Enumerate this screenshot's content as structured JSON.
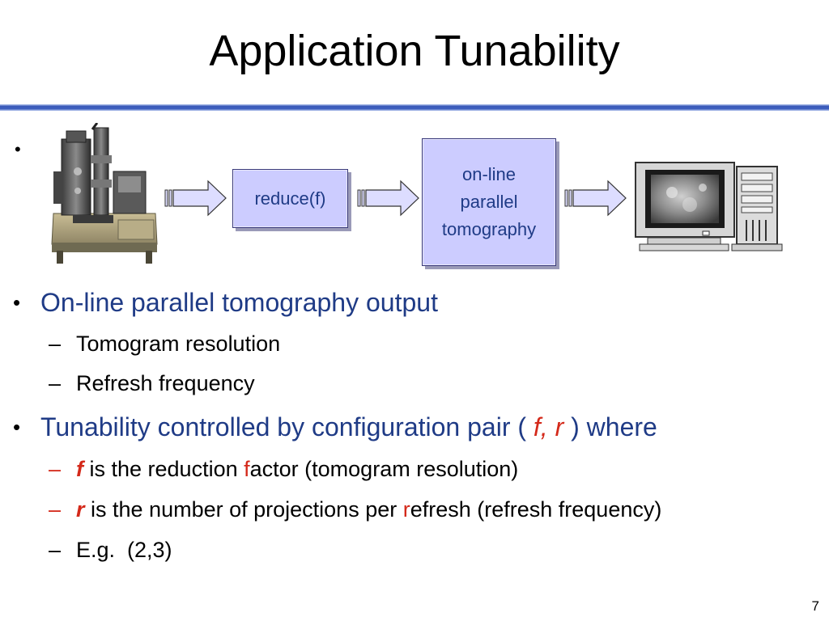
{
  "title": "Application Tunability",
  "diagram": {
    "box_reduce": "reduce(f)",
    "box_tomo_lines": [
      "on-line",
      "parallel",
      "tomography"
    ]
  },
  "bullets": {
    "b1": {
      "text": "On-line parallel tomography output",
      "sub": [
        "Tomogram resolution",
        "Refresh frequency"
      ]
    },
    "b2": {
      "before": "Tunability controlled by configuration pair (",
      "vars": "f, r",
      "after": ") where",
      "sub1": {
        "var": "f",
        "t1": " is the reduction ",
        "hl": "f",
        "t2": "actor (tomogram resolution)"
      },
      "sub2": {
        "var": "r",
        "t1": " is the number of projections per ",
        "hl": "r",
        "t2": "efresh (refresh frequency)"
      },
      "sub3": "E.g.  (2,3)"
    }
  },
  "page_number": "7",
  "colors": {
    "accent_blue": "#1f3b86",
    "highlight_red": "#d4291a",
    "box_fill": "#ccccff"
  },
  "icons": [
    "microscope-icon",
    "computer-icon",
    "block-arrow-icon"
  ]
}
